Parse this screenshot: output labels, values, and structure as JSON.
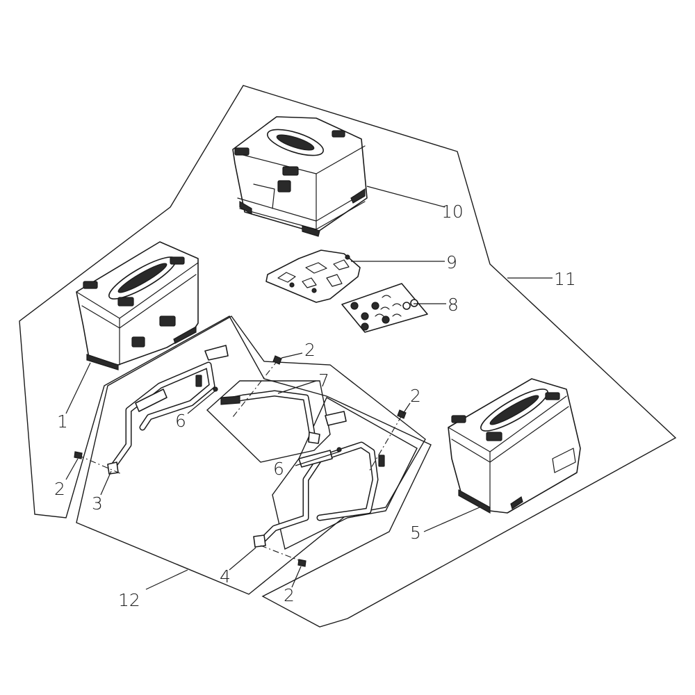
{
  "diagram": {
    "callouts": [
      {
        "id": "c1",
        "label": "1"
      },
      {
        "id": "c2a",
        "label": "2"
      },
      {
        "id": "c2b",
        "label": "2"
      },
      {
        "id": "c2c",
        "label": "2"
      },
      {
        "id": "c2d",
        "label": "2"
      },
      {
        "id": "c3",
        "label": "3"
      },
      {
        "id": "c4",
        "label": "4"
      },
      {
        "id": "c5",
        "label": "5"
      },
      {
        "id": "c6a",
        "label": "6"
      },
      {
        "id": "c6b",
        "label": "6"
      },
      {
        "id": "c7",
        "label": "7"
      },
      {
        "id": "c8",
        "label": "8"
      },
      {
        "id": "c9",
        "label": "9"
      },
      {
        "id": "c10",
        "label": "10"
      },
      {
        "id": "c11",
        "label": "11"
      },
      {
        "id": "c12",
        "label": "12"
      }
    ],
    "colors": {
      "line": "#1a1a1a",
      "background": "#ffffff"
    }
  }
}
